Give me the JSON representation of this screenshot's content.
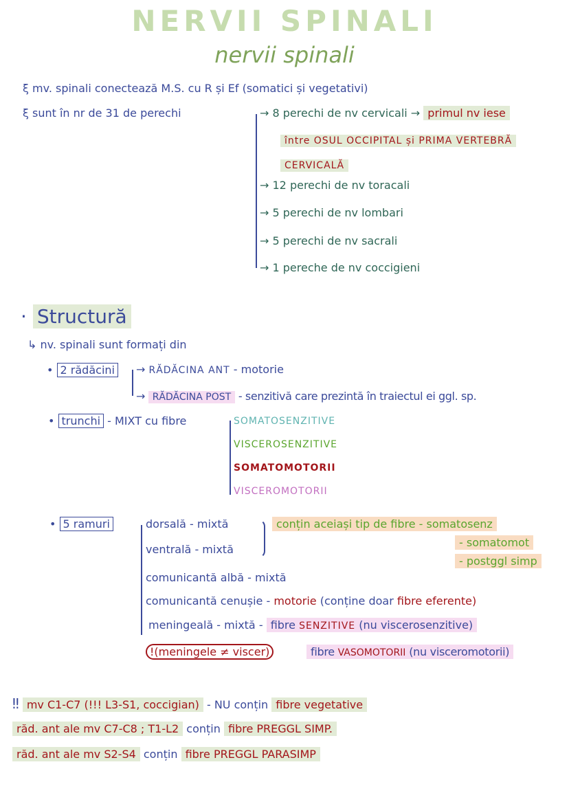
{
  "title": {
    "block": "NERVII SPINALI",
    "script": "nervii spinali"
  },
  "intro": {
    "line1": "ξ mv. spinali conectează M.S. cu R și Ef (somatici și vegetativi)",
    "line2": "ξ sunt în nr de 31 de perechi",
    "pairs": [
      {
        "text": "8 perechi de nv cervicali →",
        "note": "primul nv iese"
      },
      {
        "text": "",
        "note": "între OSUL OCCIPITAL și PRIMA VERTEBRĂ"
      },
      {
        "text": "",
        "note": "CERVICALĂ"
      },
      {
        "text": "12 perechi de nv toracali"
      },
      {
        "text": "5 perechi de nv lombari"
      },
      {
        "text": "5 perechi de nv sacrali"
      },
      {
        "text": "1 pereche de nv coccigieni"
      }
    ]
  },
  "structura": {
    "heading": "Structură",
    "intro": "↳ nv. spinali sunt formați din",
    "radacini": {
      "label": "2 rădăcini",
      "ant": "RĂDĂCINA ANT",
      "ant_rest": "- motorie",
      "post": "RĂDĂCINA POST",
      "post_rest": "- senzitivă care prezintă în traiectul ei ggl. sp."
    },
    "trunchi": {
      "label": "trunchi",
      "rest": "- MIXT cu fibre",
      "fibers": [
        "SOMATOSENZITIVE",
        "VISCEROSENZITIVE",
        "SOMATOMOTORII",
        "VISCEROMOTORII"
      ]
    },
    "ramuri": {
      "label": "5 ramuri",
      "dorsala": "dorsală - mixtă",
      "ventrala": "ventrală - mixtă",
      "brace_note": "conțin aceiași tip de fibre - somatosenz",
      "brace_note2": "- somatomot",
      "brace_note3": "- postggl simp",
      "alba": "comunicantă albă - mixtă",
      "cenusie": "comunicantă cenușie -",
      "cenusie_red": "motorie",
      "cenusie_paren": "(conține doar",
      "cenusie_red2": "fibre eferente)",
      "meningeala": "meningeală - mixtă -",
      "meningeala_hl1": "fibre",
      "meningeala_hl2": "SENZITIVE",
      "meningeala_hl3": "(nu viscerosenzitive)",
      "warning": "!(meningele ≠ viscer)",
      "vaso1": "fibre",
      "vaso2": "VASOMOTORII",
      "vaso3": "(nu visceromotorii)"
    }
  },
  "notes": [
    {
      "mark": "‼",
      "a": "mv C1-C7 (!!! L3-S1, coccigian)",
      "b": "- NU conțin",
      "c": "fibre vegetative"
    },
    {
      "a": "răd. ant ale mv C7-C8 ; T1-L2",
      "b": "conțin",
      "c": "fibre PREGGL SIMP."
    },
    {
      "a": "răd. ant ale mv S2-S4",
      "b": "conțin",
      "c": "fibre PREGGL PARASIMP"
    }
  ],
  "colors": {
    "ink_blue": "#3b4a9a",
    "ink_teal": "#2f6656",
    "ink_red": "#a3161b",
    "highlight_green": "#e2ebd6",
    "highlight_pink": "#f6dcf1",
    "highlight_orange": "#f9dcc2"
  }
}
